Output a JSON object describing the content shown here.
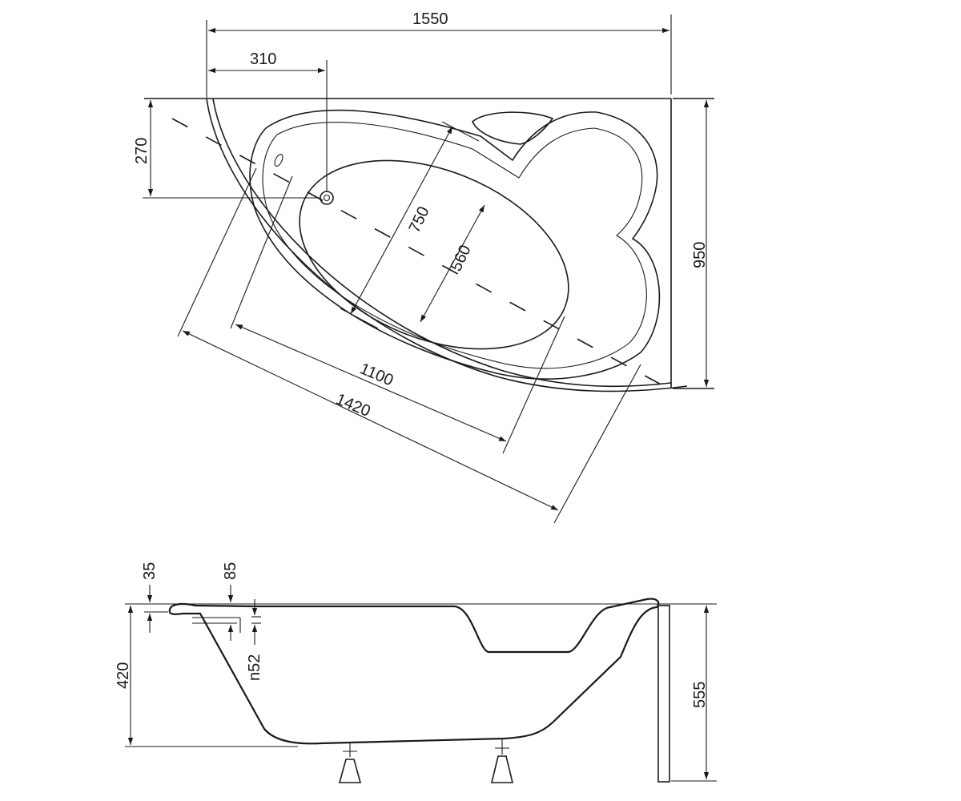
{
  "top_view": {
    "overall_width": "1550",
    "drain_offset_x": "310",
    "drain_offset_y": "270",
    "overall_depth": "950",
    "inner_width": "750",
    "basin_width": "560",
    "basin_length": "1100",
    "overall_length": "1420"
  },
  "side_view": {
    "rim_thickness": "35",
    "overflow_offset": "85",
    "overflow_diameter": "n52",
    "inner_height": "420",
    "overall_height": "555"
  },
  "colors": {
    "line": "#1a1a1a",
    "background": "#ffffff"
  }
}
